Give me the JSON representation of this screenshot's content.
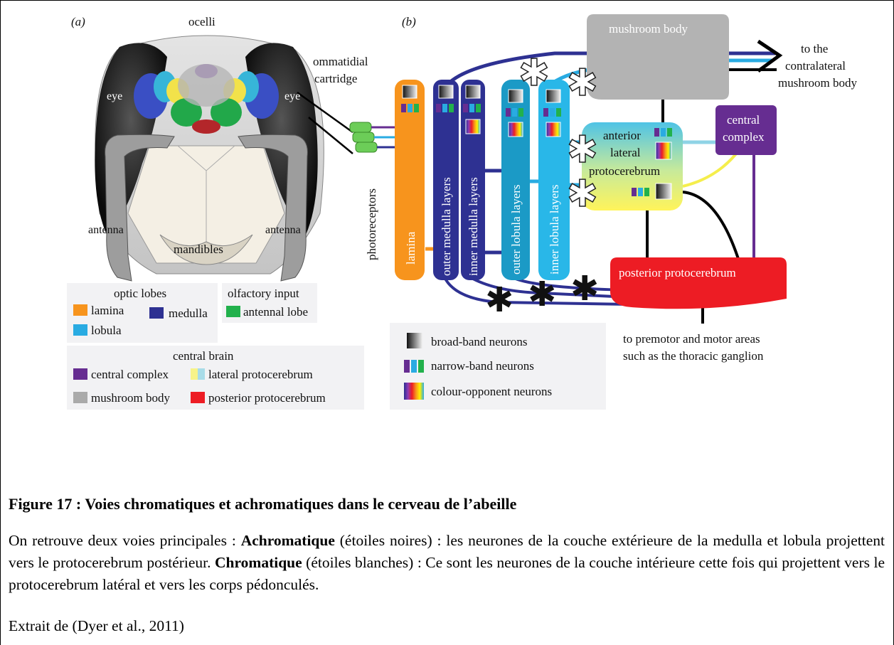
{
  "panel_a": {
    "label": "(a)",
    "ocelli": "ocelli",
    "ommatidial_1": "ommatidial",
    "ommatidial_2": "cartridge",
    "eye_left": "eye",
    "eye_right": "eye",
    "antenna_left": "antenna",
    "antenna_right": "antenna",
    "mandibles": "mandibles"
  },
  "legend_a": {
    "optic_title": "optic lobes",
    "lamina": "lamina",
    "medulla": "medulla",
    "lobula": "lobula",
    "olfactory_title": "olfactory input",
    "antennal": "antennal lobe",
    "central_title": "central brain",
    "central_complex": "central complex",
    "lateral_proto": "lateral protocerebrum",
    "mushroom": "mushroom body",
    "posterior": "posterior protocerebrum",
    "colors": {
      "lamina": "#f7941d",
      "medulla": "#2e3192",
      "lobula": "#29abe2",
      "antennal": "#22b14c",
      "central": "#662d91",
      "mushroom": "#aaaaaa",
      "posterior": "#ed1c24",
      "lateral_a": "#f7f389",
      "lateral_b": "#a8dce8"
    }
  },
  "panel_b": {
    "label": "(b)",
    "photoreceptors": "photoreceptors",
    "lamina": "lamina",
    "outer_medulla": "outer medulla layers",
    "inner_medulla": "inner medulla layers",
    "outer_lobula": "outer lobula layers",
    "inner_lobula": "inner lobula layers",
    "mushroom_body": "mushroom body",
    "to_contra_1": "to the",
    "to_contra_2": "contralateral",
    "to_contra_3": "mushroom body",
    "alp_1": "anterior",
    "alp_2": "lateral",
    "alp_3": "protocerebrum",
    "cc_1": "central",
    "cc_2": "complex",
    "posterior": "posterior protocerebrum",
    "premotor_1": "to premotor and motor areas",
    "premotor_2": "such as the thoracic ganglion"
  },
  "legend_b": {
    "broad": "broad-band neurons",
    "narrow": "narrow-band neurons",
    "opponent": "colour-opponent neurons"
  },
  "caption": {
    "title": "Figure 17 : Voies chromatiques et achromatiques dans le cerveau de l’abeille",
    "body_intro": "On retrouve deux voies principales : ",
    "achro_word": "Achromatique",
    "achro_text": " (étoiles noires) : les neurones de la couche extérieure de la medulla et lobula projettent vers le protocerebrum postérieur. ",
    "chro_word": "Chromatique",
    "chro_text": " (étoiles blanches) : Ce sont les neurones de la couche intérieure cette fois qui projettent vers le protocerebrum latéral et vers les corps pédonculés.",
    "source": "Extrait de (Dyer et al., 2011)"
  }
}
